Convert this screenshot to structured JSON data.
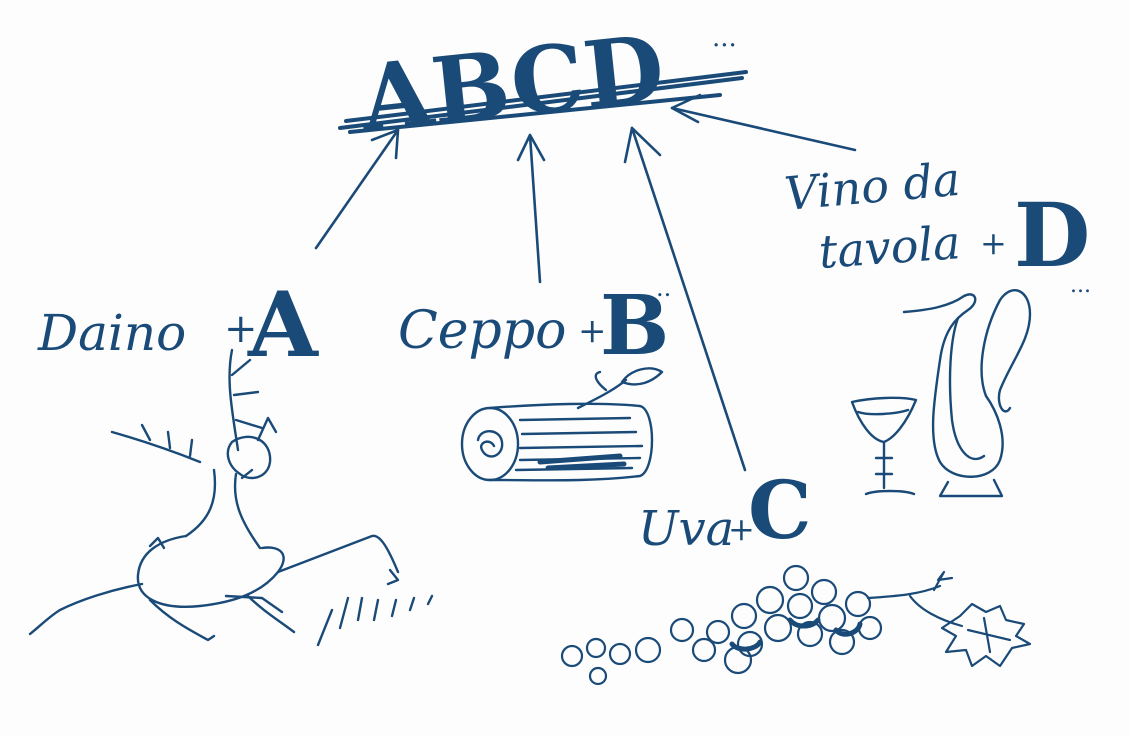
{
  "diagram": {
    "ink_color": "#1a4a78",
    "paper_color": "#fdfdfd",
    "title": {
      "text": "ABCD",
      "trailing": "..."
    },
    "nodes": [
      {
        "id": "A",
        "word": "Daino",
        "plus": "+",
        "letter": "A",
        "icon": "deer-icon"
      },
      {
        "id": "B",
        "word": "Ceppo",
        "plus": "+",
        "letter": "B",
        "trailing": "..",
        "icon": "log-icon"
      },
      {
        "id": "C",
        "word": "Uva",
        "plus": "+",
        "letter": "C",
        "icon": "grapes-icon"
      },
      {
        "id": "D",
        "word_line1": "Vino da",
        "word_line2": "tavola",
        "plus": "+",
        "letter": "D",
        "trailing": "...",
        "icon": "wine-jug-and-glass-icon"
      }
    ],
    "edges": [
      {
        "from": "A",
        "to": "ABCD"
      },
      {
        "from": "B",
        "to": "ABCD"
      },
      {
        "from": "C",
        "to": "ABCD"
      },
      {
        "from": "D",
        "to": "ABCD"
      }
    ]
  }
}
